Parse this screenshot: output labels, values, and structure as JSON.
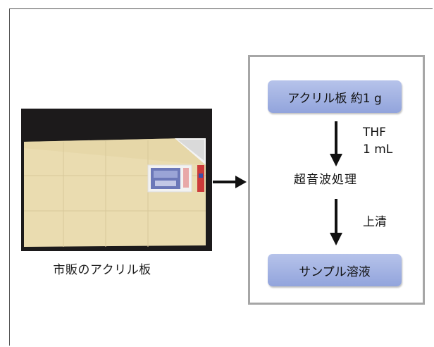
{
  "photo": {
    "caption": "市販のアクリル板"
  },
  "process": {
    "start_label": "アクリル板 約1 g",
    "reagent_line1": "THF",
    "reagent_line2": "1 mL",
    "middle_step": "超音波処理",
    "supernatant_label": "上清",
    "end_label": "サンプル溶液"
  },
  "colors": {
    "pill_fill": "#a3b3e2",
    "box_border": "#a6a6a6",
    "photo_background": "#1c1a1b",
    "plate_color": "#eadcb0"
  }
}
